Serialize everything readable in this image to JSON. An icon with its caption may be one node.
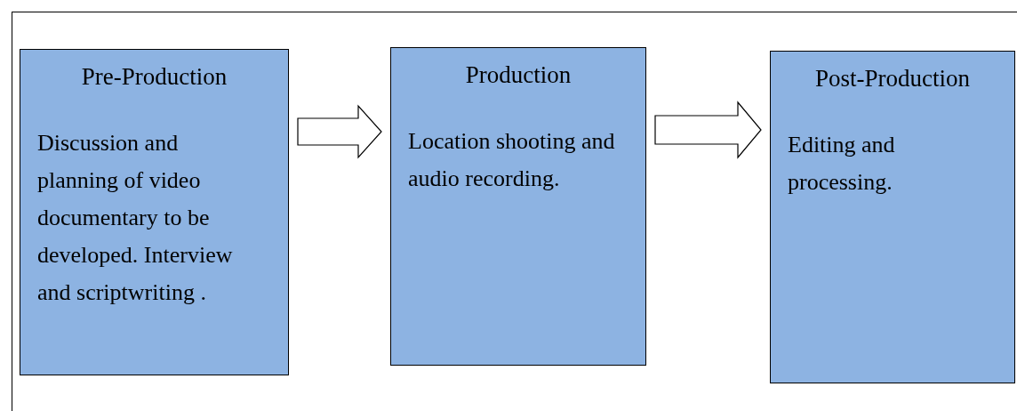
{
  "diagram": {
    "nodes": [
      {
        "text": [
          "Pre-Production",
          "Discussion and planning of video documentary to be developed. Interview and scriptwriting ."
        ]
      },
      {
        "text": [
          "Production",
          "Location shooting and audio recording."
        ]
      },
      {
        "text": [
          "Post-Production",
          "Editing and processing."
        ]
      }
    ],
    "edges": [
      {
        "from": 0,
        "to": 1,
        "arrow": "to"
      },
      {
        "from": 1,
        "to": 2,
        "arrow": "to"
      }
    ]
  }
}
